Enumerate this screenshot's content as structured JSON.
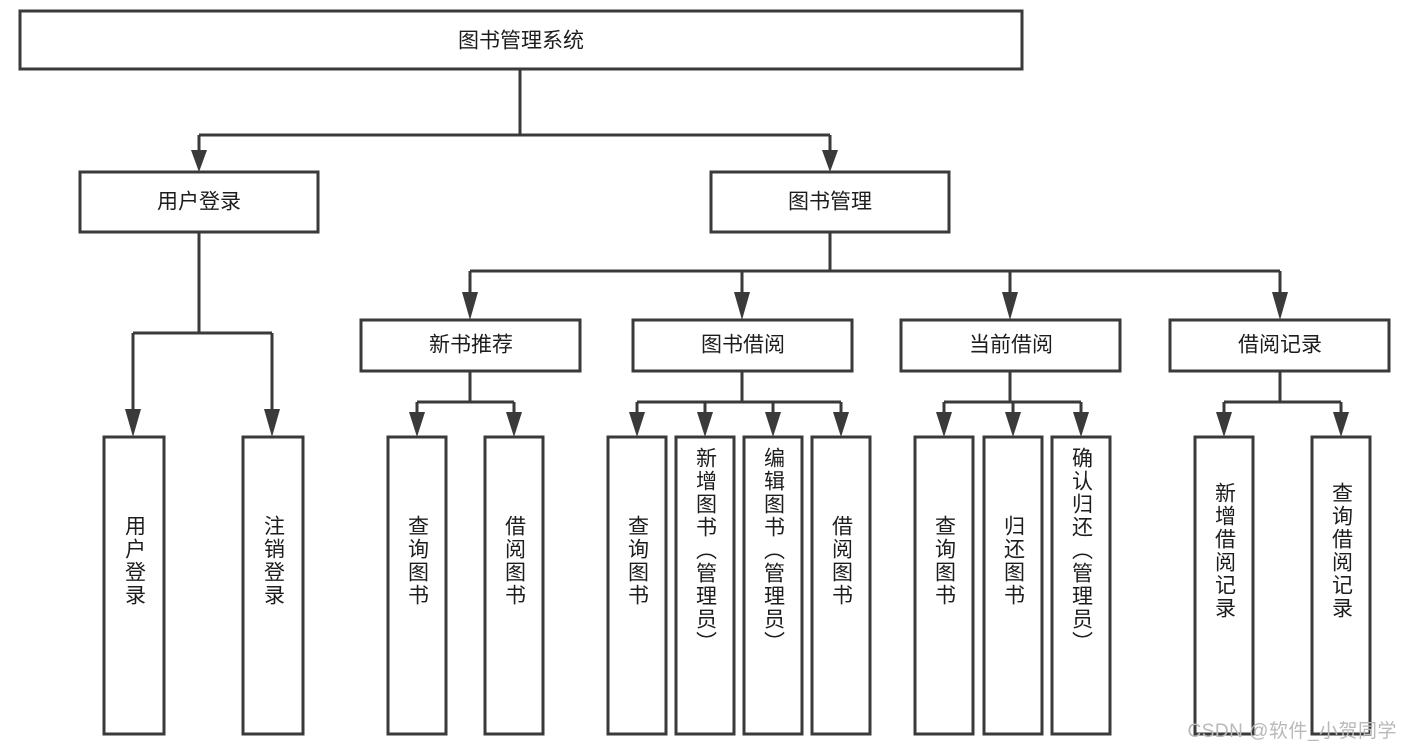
{
  "diagram": {
    "type": "tree-hierarchy-chart",
    "title": "图书管理系统",
    "watermark": "CSDN @软件_小贺同学",
    "colors": {
      "stroke": "#3a3a3a",
      "fill": "#ffffff",
      "text": "#1d1d1d",
      "watermark": "#b9b9b9"
    },
    "root": {
      "label": "图书管理系统"
    },
    "level2": [
      {
        "label": "用户登录"
      },
      {
        "label": "图书管理"
      }
    ],
    "level3": [
      {
        "label": "新书推荐"
      },
      {
        "label": "图书借阅"
      },
      {
        "label": "当前借阅"
      },
      {
        "label": "借阅记录"
      }
    ],
    "leaves": {
      "user_login": [
        {
          "label": "用户登录"
        },
        {
          "label": "注销登录"
        }
      ],
      "new_book_recommend": [
        {
          "label": "查询图书"
        },
        {
          "label": "借阅图书"
        }
      ],
      "book_borrow": [
        {
          "label": "查询图书"
        },
        {
          "label": "新增图书（管理员）"
        },
        {
          "label": "编辑图书（管理员）"
        },
        {
          "label": "借阅图书"
        }
      ],
      "current_borrow": [
        {
          "label": "查询图书"
        },
        {
          "label": "归还图书"
        },
        {
          "label": "确认归还（管理员）"
        }
      ],
      "borrow_record": [
        {
          "label": "新增借阅记录"
        },
        {
          "label": "查询借阅记录"
        }
      ]
    }
  }
}
